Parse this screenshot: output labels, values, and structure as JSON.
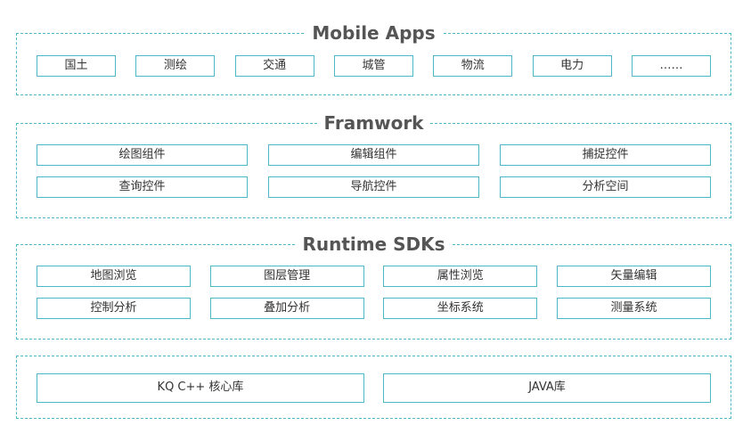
{
  "mobile_apps": {
    "title": "Mobile Apps",
    "items": [
      "国土",
      "测绘",
      "交通",
      "城管",
      "物流",
      "电力",
      "……"
    ]
  },
  "framework": {
    "title": "Framwork",
    "row1": [
      "绘图组件",
      "编辑组件",
      "捕捉控件"
    ],
    "row2": [
      "查询控件",
      "导航控件",
      "分析空间"
    ]
  },
  "runtime_sdks": {
    "title": "Runtime SDKs",
    "row1": [
      "地图浏览",
      "图层管理",
      "属性浏览",
      "矢量编辑"
    ],
    "row2": [
      "控制分析",
      "叠加分析",
      "坐标系统",
      "测量系统"
    ]
  },
  "core": {
    "items": [
      "KQ C++ 核心库",
      "JAVA库"
    ]
  },
  "colors": {
    "border": "#4fb8c6",
    "title_text": "#555555",
    "box_text": "#333333"
  }
}
